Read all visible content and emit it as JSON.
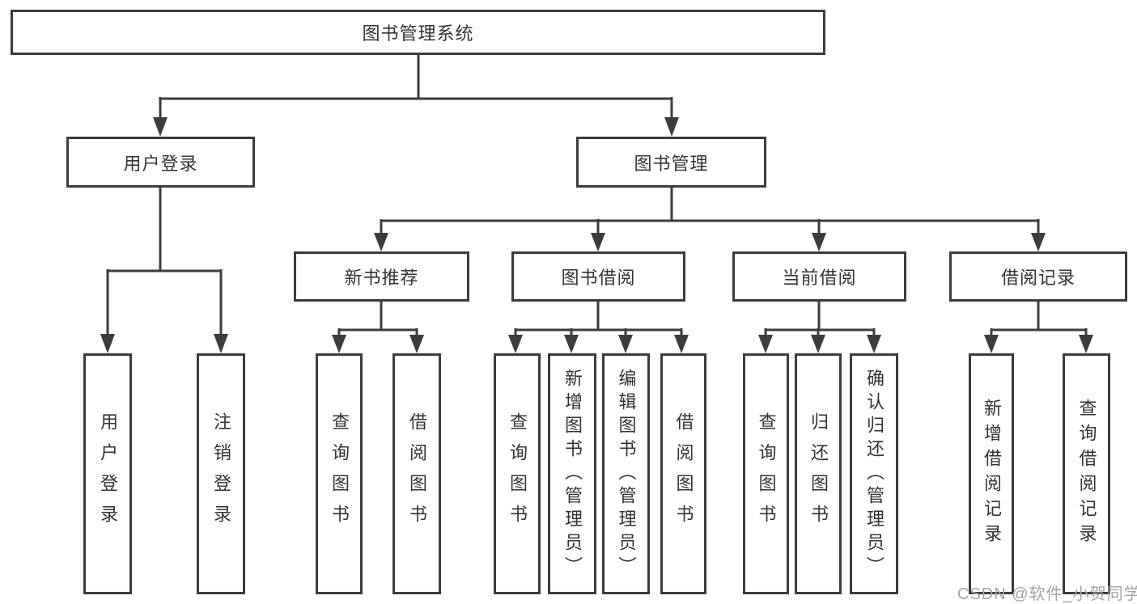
{
  "tree": {
    "label": "图书管理系统",
    "children": [
      {
        "label": "用户登录",
        "children": [
          {
            "label": "用户登录"
          },
          {
            "label": "注销登录"
          }
        ]
      },
      {
        "label": "图书管理",
        "children": [
          {
            "label": "新书推荐",
            "children": [
              {
                "label": "查询图书"
              },
              {
                "label": "借阅图书"
              }
            ]
          },
          {
            "label": "图书借阅",
            "children": [
              {
                "label": "查询图书"
              },
              {
                "label": "新增图书（管理员）"
              },
              {
                "label": "编辑图书（管理员）"
              },
              {
                "label": "借阅图书"
              }
            ]
          },
          {
            "label": "当前借阅",
            "children": [
              {
                "label": "查询图书"
              },
              {
                "label": "归还图书"
              },
              {
                "label": "确认归还（管理员）"
              }
            ]
          },
          {
            "label": "借阅记录",
            "children": [
              {
                "label": "新增借阅记录"
              },
              {
                "label": "查询借阅记录"
              }
            ]
          }
        ]
      }
    ]
  },
  "watermark": "CSDN @软件_小贺同学",
  "colors": {
    "line": "#3c3c3c",
    "text": "#333333",
    "watermark": "#a3a3a3",
    "background": "#ffffff"
  }
}
